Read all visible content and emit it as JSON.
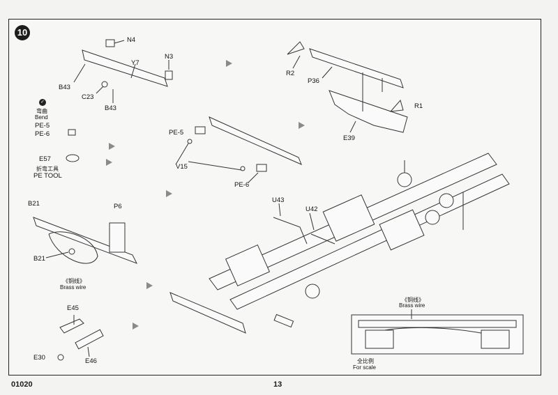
{
  "step": {
    "number": "10"
  },
  "labels": {
    "n4": "N4",
    "n3": "N3",
    "y7": "Y7",
    "b43_a": "B43",
    "c23": "C23",
    "b43_b": "B43",
    "r2": "R2",
    "p36": "P36",
    "r1": "R1",
    "e39": "E39",
    "bend_cn": "弯曲",
    "bend": "Bend",
    "pe5_a": "PE-5",
    "pe6_a": "PE-6",
    "e57": "E57",
    "petool_cn": "折弯工具",
    "petool": "PE TOOL",
    "pe5_b": "PE-5",
    "v15": "V15",
    "pe6_b": "PE-6",
    "u43": "U43",
    "u42": "U42",
    "b21_a": "B21",
    "p6": "P6",
    "b21_b": "B21",
    "brass_cn_a": "《铜线》",
    "brass_a": "Brass wire",
    "brass_cn_b": "《铜线》",
    "brass_b": "Brass wire",
    "e45": "E45",
    "e30": "E30",
    "e46": "E46",
    "scale_cn": "全比例",
    "scale": "For scale"
  },
  "footer": {
    "code": "01020",
    "page": "13"
  }
}
